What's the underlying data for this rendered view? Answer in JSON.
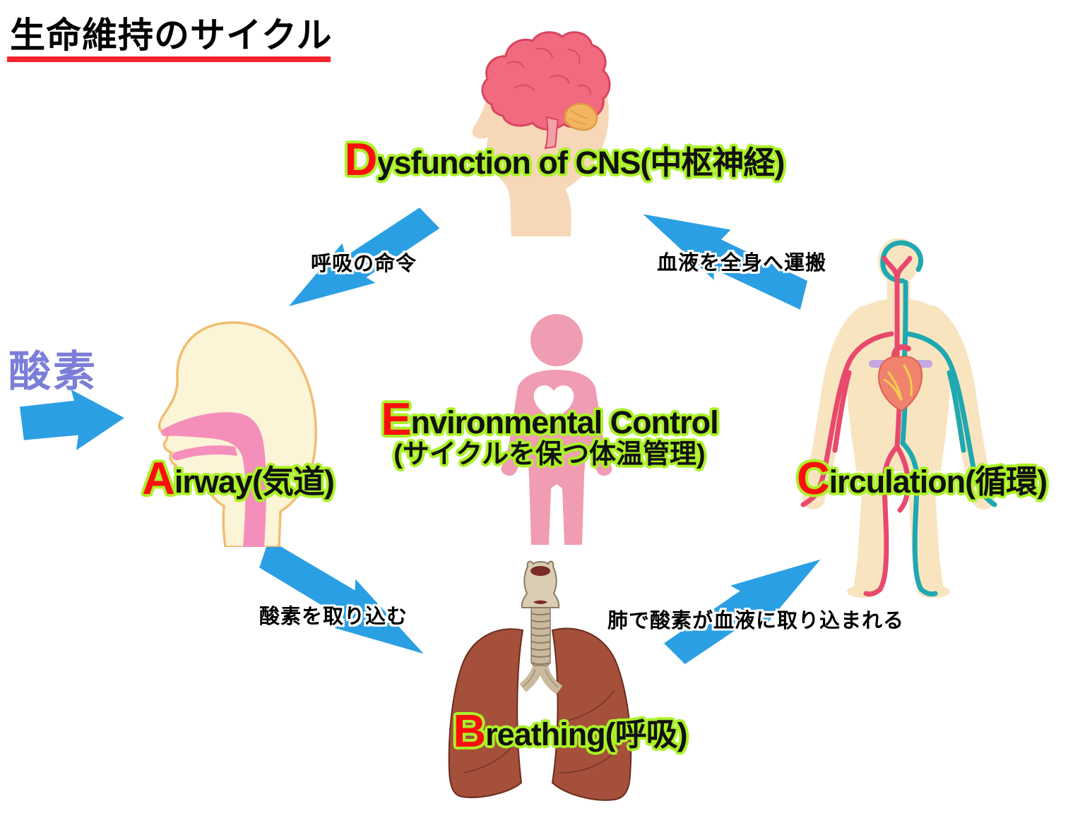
{
  "title": {
    "text": "生命維持のサイクル"
  },
  "nodes": {
    "cns": {
      "letter": "D",
      "rest": "ysfunction of CNS(中枢神経)",
      "icon": "brain-head-illustration"
    },
    "airway": {
      "letter": "A",
      "rest": "irway(気道)",
      "icon": "airway-head-illustration"
    },
    "breathing": {
      "letter": "B",
      "rest": "reathing(呼吸)",
      "icon": "lungs-illustration"
    },
    "circulation": {
      "letter": "C",
      "rest": "irculation(循環)",
      "icon": "circulation-body-illustration"
    },
    "environment": {
      "letter": "E",
      "rest": "nvironmental Control",
      "subtitle": "(サイクルを保つ体温管理)",
      "icon": "person-heart-illustration"
    }
  },
  "arrows": {
    "cns_to_airway": {
      "label": "呼吸の命令"
    },
    "circulation_to_cns": {
      "label": "血液を全身へ運搬"
    },
    "oxygen_in": {
      "label": "酸素"
    },
    "airway_to_breathing": {
      "label": "酸素を取り込む"
    },
    "breathing_to_circulation": {
      "label": "肺で酸素が血液に取り込まれる"
    }
  },
  "colors": {
    "arrow_blue": "#2B9FE3",
    "outline_green": "#ABF228",
    "letter_red": "#FF0E0E",
    "oxygen_purple": "#7B7FD8",
    "underline_red": "#F5232E",
    "brain_pink": "#F16A80",
    "airway_pink": "#F48FBB",
    "person_pink": "#F09CB2",
    "artery_red": "#E8496D",
    "vein_teal": "#1FA8B0",
    "lung_brown": "#A4503A"
  }
}
